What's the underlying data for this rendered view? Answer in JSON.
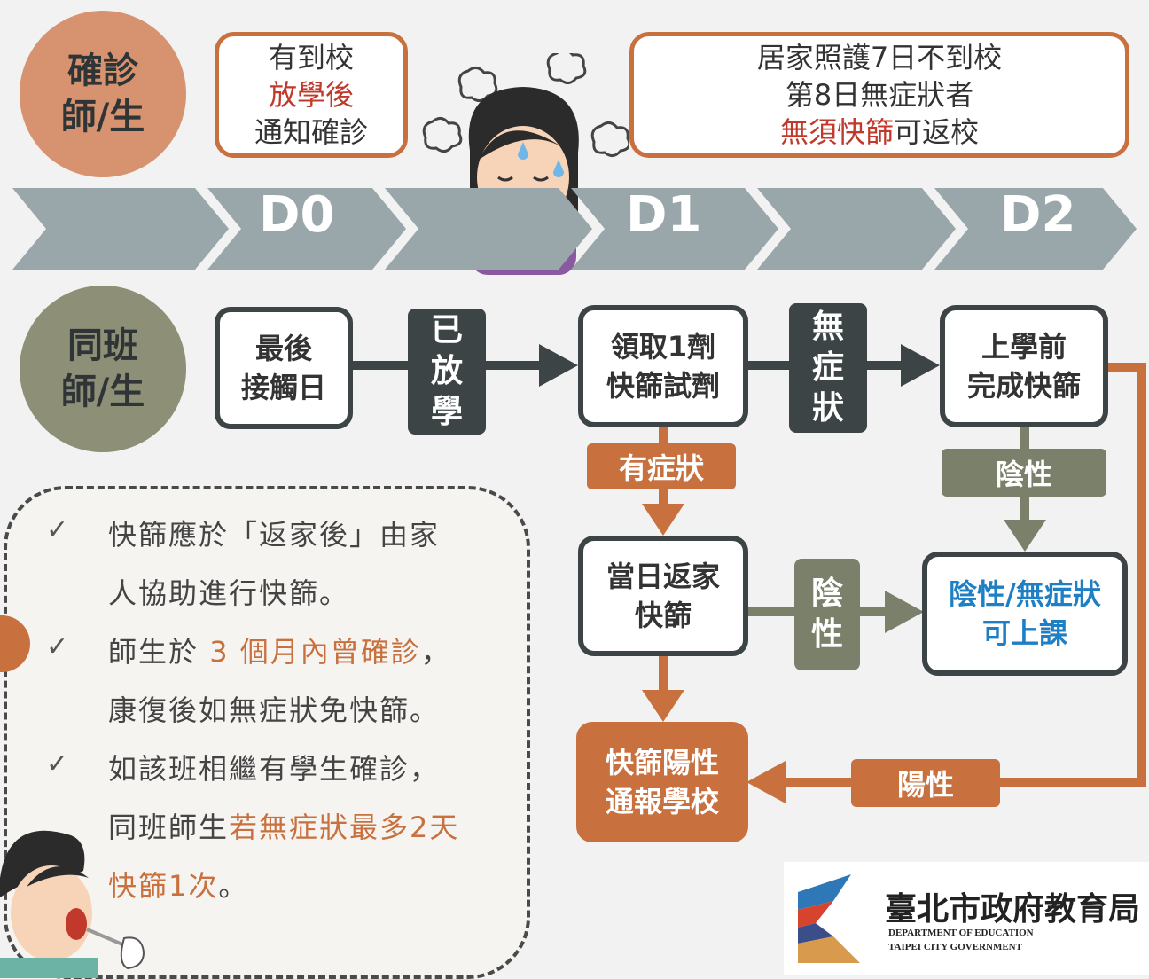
{
  "confirmed": {
    "circle": [
      "確診",
      "師/生"
    ],
    "d0_box": [
      "有到校",
      "放學後",
      "通知確診"
    ],
    "d1_box": {
      "line1": "居家照護7日不到校",
      "line2": "第8日無症狀者",
      "line3_red": "無須快篩",
      "line3_rest": "可返校"
    }
  },
  "timeline": [
    "D0",
    "D1",
    "D2"
  ],
  "classmates": {
    "circle": [
      "同班",
      "師/生"
    ],
    "last_contact": [
      "最後",
      "接觸日"
    ],
    "after_school_tag": [
      "已",
      "放",
      "學"
    ],
    "collect_kit": [
      "領取1劑",
      "快篩試劑"
    ],
    "no_symptom_tag": [
      "無",
      "症",
      "狀"
    ],
    "before_school": [
      "上學前",
      "完成快篩"
    ],
    "has_symptom_tag": "有症狀",
    "negative_tag_right": "陰性",
    "same_day_home": [
      "當日返家",
      "快篩"
    ],
    "negative_tag_mid": [
      "陰",
      "性"
    ],
    "negative_ok": [
      "陰性/無症狀",
      "可上課"
    ],
    "positive_report": [
      "快篩陽性",
      "通報學校"
    ],
    "positive_tag": "陽性"
  },
  "notes": {
    "check": "✓",
    "n1_l1": "快篩應於「返家後」由家",
    "n1_l2": "人協助進行快篩。",
    "n2_pre": "師生於 ",
    "n2_hi": "3 個月內曾確診",
    "n2_post": "，",
    "n2_l2": "康復後如無症狀免快篩。",
    "n3_l1": "如該班相繼有學生確診，",
    "n3_pre": "同班師生",
    "n3_hi": "若無症狀最多2天",
    "n3_l3": "快篩1次",
    "n3_end": "。"
  },
  "logo": {
    "name": "臺北市政府教育局",
    "en1": "DEPARTMENT OF EDUCATION",
    "en2": "TAIPEI CITY GOVERNMENT"
  },
  "colors": {
    "orange": "#c8703e",
    "dark": "#3c4446",
    "olive": "#7a806a",
    "tan": "#d7936f",
    "sage": "#8d8f77",
    "arrow": "#9aa7aa"
  }
}
